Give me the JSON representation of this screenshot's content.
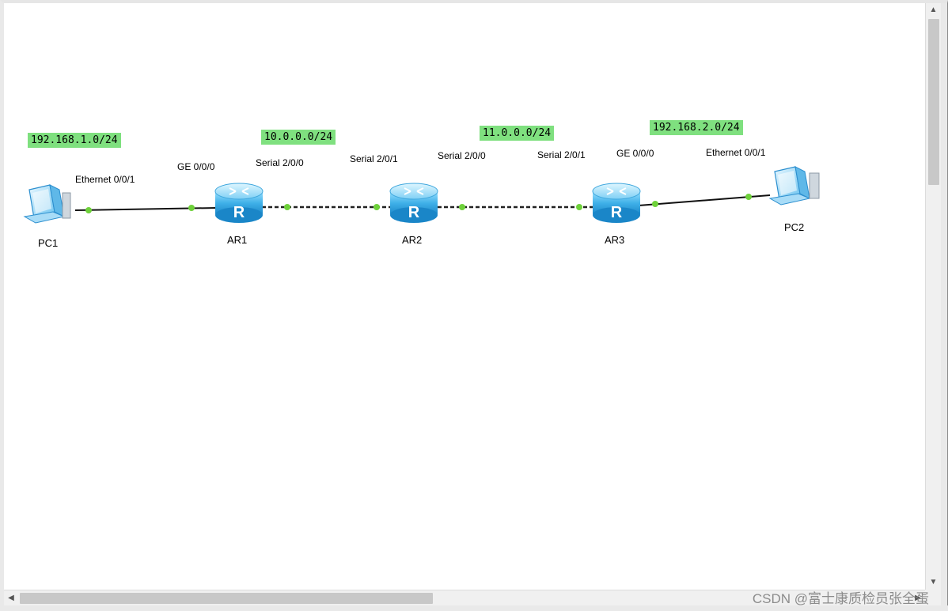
{
  "subnets": {
    "lan1": "192.168.1.0/24",
    "wan1": "10.0.0.0/24",
    "wan2": "11.0.0.0/24",
    "lan2": "192.168.2.0/24"
  },
  "devices": {
    "pc1": "PC1",
    "ar1": "AR1",
    "ar2": "AR2",
    "ar3": "AR3",
    "pc2": "PC2"
  },
  "ports": {
    "pc1_eth": "Ethernet 0/0/1",
    "ar1_ge": "GE 0/0/0",
    "ar1_serial": "Serial 2/0/0",
    "ar2_serial1": "Serial 2/0/1",
    "ar2_serial0": "Serial 2/0/0",
    "ar3_serial": "Serial 2/0/1",
    "ar3_ge": "GE 0/0/0",
    "pc2_eth": "Ethernet 0/0/1"
  },
  "colors": {
    "subnet_label": "#7fe07f",
    "port_dot": "#6ed13a",
    "router": "#3fb0e8"
  },
  "watermark": "CSDN @富士康质检员张全蛋",
  "icons": {
    "pc": "pc-icon",
    "router": "router-icon"
  }
}
